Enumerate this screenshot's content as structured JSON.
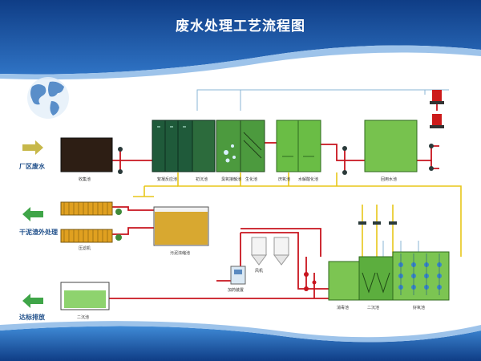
{
  "title": "废水处理工艺流程图",
  "side_labels": {
    "inflow": "厂区废水",
    "sludge_out": "干泥渣外处理",
    "discharge": "达标排放"
  },
  "units": {
    "collection_pool": "收集池",
    "coag_floc_tank": "絮凝反应池",
    "primary_settler": "初沉池",
    "ozone_contact": "臭氧接触池",
    "biochem": "生化池",
    "anaerobic": "厌氧池",
    "hydrolysis": "水解酸化池",
    "filter_press": "压滤机",
    "sludge_thickener": "污泥浓缩池",
    "reuse_pool": "回用水池",
    "disinfection": "消毒池",
    "secondary_settler": "二沉池",
    "aerobic": "好氧池",
    "dosing": "加药装置",
    "blower": "风机"
  },
  "colors": {
    "pipe_red": "#c8141e",
    "pipe_yellow": "#e8c619",
    "pipe_blue": "#8ab6d6",
    "tank_green": "#6abd45",
    "tank_dark": "#1f5a3a",
    "band_blue": "#1b4f9c"
  }
}
